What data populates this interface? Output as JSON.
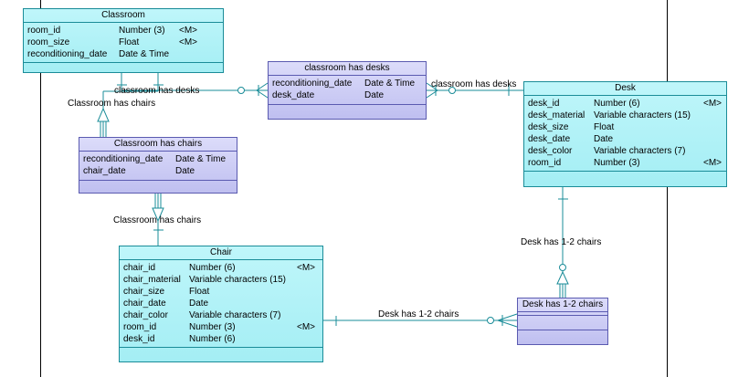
{
  "entities": {
    "classroom": {
      "title": "Classroom",
      "attributes": [
        {
          "name": "room_id",
          "type": "Number (3)",
          "flag": "<M>"
        },
        {
          "name": "room_size",
          "type": "Float",
          "flag": "<M>"
        },
        {
          "name": "reconditioning_date",
          "type": "Date & Time",
          "flag": ""
        }
      ]
    },
    "classroom_has_desks": {
      "title": "classroom has desks",
      "attributes": [
        {
          "name": "reconditioning_date",
          "type": "Date & Time",
          "flag": ""
        },
        {
          "name": "desk_date",
          "type": "Date",
          "flag": ""
        }
      ]
    },
    "desk": {
      "title": "Desk",
      "attributes": [
        {
          "name": "desk_id",
          "type": "Number (6)",
          "flag": "<M>"
        },
        {
          "name": "desk_material",
          "type": "Variable characters (15)",
          "flag": ""
        },
        {
          "name": "desk_size",
          "type": "Float",
          "flag": ""
        },
        {
          "name": "desk_date",
          "type": "Date",
          "flag": ""
        },
        {
          "name": "desk_color",
          "type": "Variable characters (7)",
          "flag": ""
        },
        {
          "name": "room_id",
          "type": "Number (3)",
          "flag": "<M>"
        }
      ]
    },
    "classroom_has_chairs": {
      "title": "Classroom has chairs",
      "attributes": [
        {
          "name": "reconditioning_date",
          "type": "Date & Time",
          "flag": ""
        },
        {
          "name": "chair_date",
          "type": "Date",
          "flag": ""
        }
      ]
    },
    "chair": {
      "title": "Chair",
      "attributes": [
        {
          "name": "chair_id",
          "type": "Number (6)",
          "flag": "<M>"
        },
        {
          "name": "chair_material",
          "type": "Variable characters (15)",
          "flag": ""
        },
        {
          "name": "chair_size",
          "type": "Float",
          "flag": ""
        },
        {
          "name": "chair_date",
          "type": "Date",
          "flag": ""
        },
        {
          "name": "chair_color",
          "type": "Variable characters (7)",
          "flag": ""
        },
        {
          "name": "room_id",
          "type": "Number (3)",
          "flag": "<M>"
        },
        {
          "name": "desk_id",
          "type": "Number (6)",
          "flag": ""
        }
      ]
    },
    "desk_has_chairs": {
      "title": "Desk has 1-2 chairs",
      "attributes": []
    }
  },
  "link_labels": {
    "classroom_desks_left": "classroom has desks",
    "classroom_desks_right": "classroom has desks",
    "classroom_chairs_top": "Classroom has chairs",
    "classroom_chairs_bottom": "Classroom has chairs",
    "desk_chairs_vertical": "Desk has 1-2 chairs",
    "desk_chairs_horizontal": "Desk has 1-2 chairs"
  },
  "colors": {
    "entity_fill": "#bff6fa",
    "association_fill": "#c8c8f4",
    "entity_border": "#1a8c98",
    "association_border": "#5a5ab0",
    "link": "#1a8c98"
  }
}
